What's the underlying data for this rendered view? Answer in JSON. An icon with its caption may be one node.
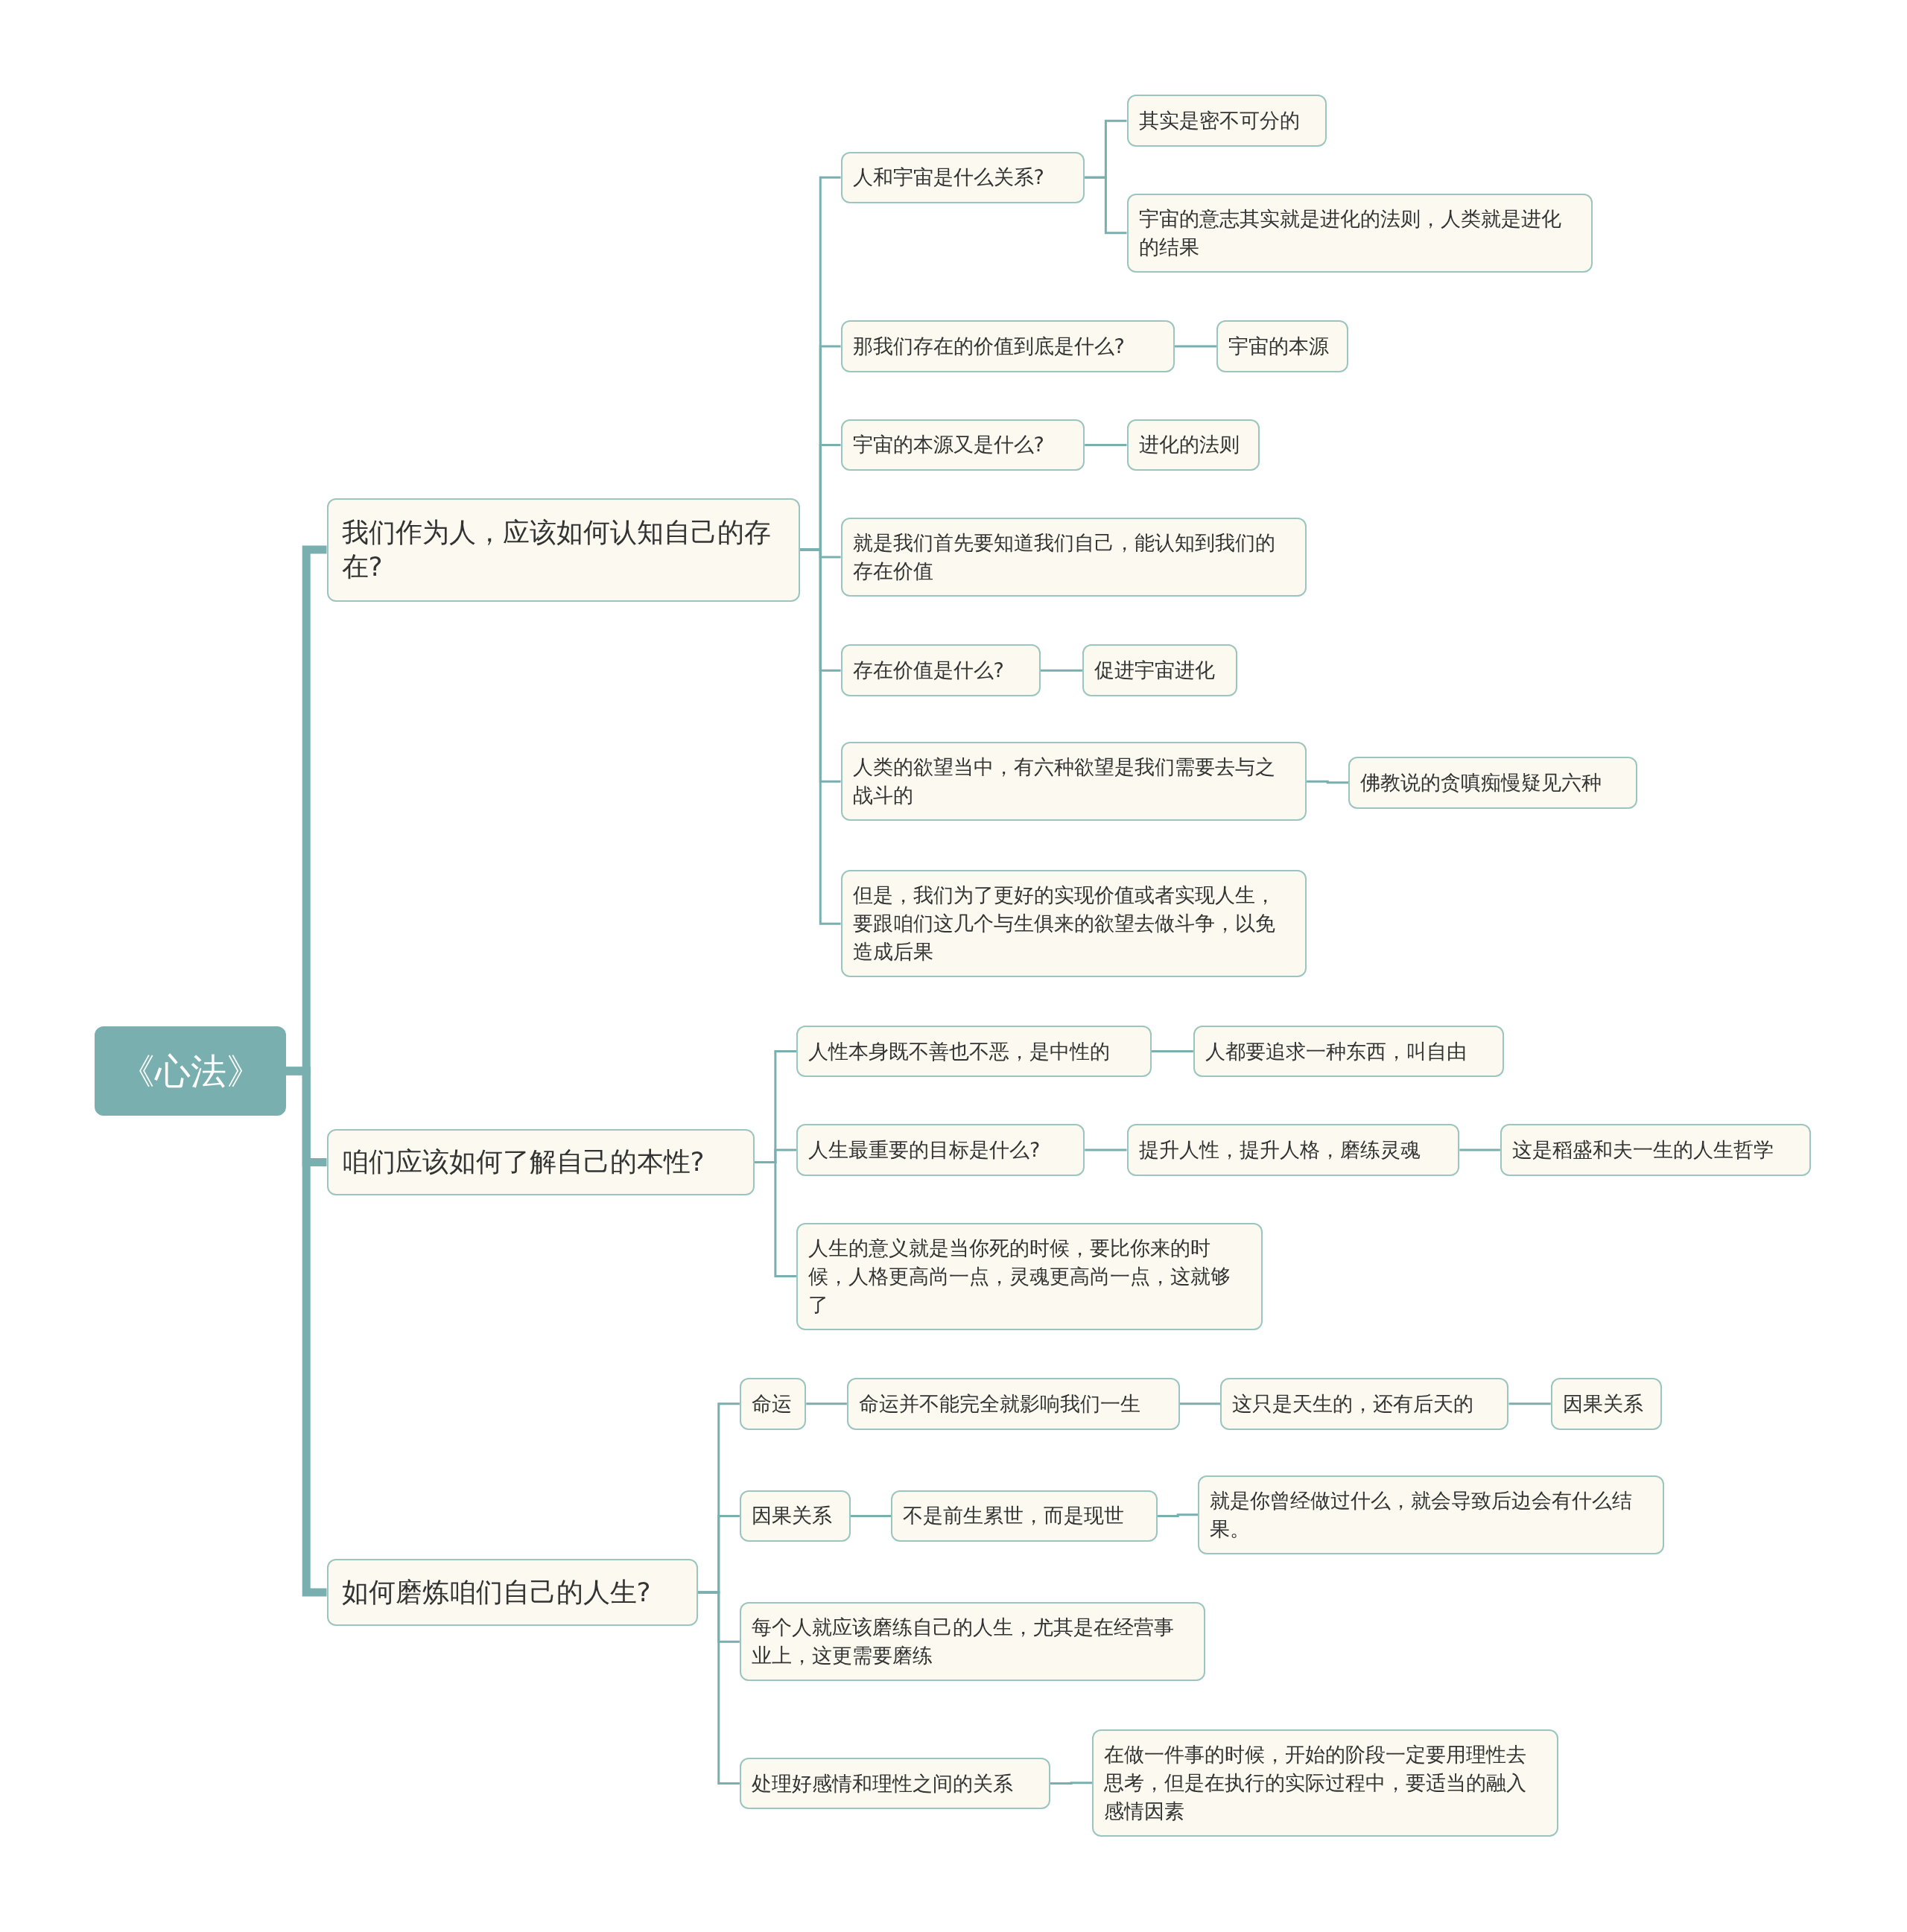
{
  "diagram": {
    "nodes": [
      {
        "text": [
          "《心法》"
        ]
      },
      {
        "text": [
          "我们作为人，应该如何认知自己的存在?"
        ]
      },
      {
        "text": [
          "人和宇宙是什么关系?"
        ]
      },
      {
        "text": [
          "其实是密不可分的"
        ]
      },
      {
        "text": [
          "宇宙的意志其实就是进化的法则，人类就是进化的结果"
        ]
      },
      {
        "text": [
          "那我们存在的价值到底是什么?"
        ]
      },
      {
        "text": [
          "宇宙的本源"
        ]
      },
      {
        "text": [
          "宇宙的本源又是什么?"
        ]
      },
      {
        "text": [
          "进化的法则"
        ]
      },
      {
        "text": [
          "就是我们首先要知道我们自己，能认知到我们的存在价值"
        ]
      },
      {
        "text": [
          "存在价值是什么?"
        ]
      },
      {
        "text": [
          "促进宇宙进化"
        ]
      },
      {
        "text": [
          "人类的欲望当中，有六种欲望是我们需要去与之战斗的"
        ]
      },
      {
        "text": [
          "佛教说的贪嗔痴慢疑见六种"
        ]
      },
      {
        "text": [
          "但是，我们为了更好的实现价值或者实现人生，要跟咱们这几个与生俱来的欲望去做斗争，以免造成后果"
        ]
      },
      {
        "text": [
          "咱们应该如何了解自己的本性?"
        ]
      },
      {
        "text": [
          "人性本身既不善也不恶，是中性的"
        ]
      },
      {
        "text": [
          "人都要追求一种东西，叫自由"
        ]
      },
      {
        "text": [
          "人生最重要的目标是什么?"
        ]
      },
      {
        "text": [
          "提升人性，提升人格，磨练灵魂"
        ]
      },
      {
        "text": [
          "这是稻盛和夫一生的人生哲学"
        ]
      },
      {
        "text": [
          "人生的意义就是当你死的时候，要比你来的时候，人格更高尚一点，灵魂更高尚一点，这就够了"
        ]
      },
      {
        "text": [
          "如何磨炼咱们自己的人生?"
        ]
      },
      {
        "text": [
          "命运"
        ]
      },
      {
        "text": [
          "命运并不能完全就影响我们一生"
        ]
      },
      {
        "text": [
          "这只是天生的，还有后天的"
        ]
      },
      {
        "text": [
          "因果关系"
        ]
      },
      {
        "text": [
          "因果关系"
        ]
      },
      {
        "text": [
          "不是前生累世，而是现世"
        ]
      },
      {
        "text": [
          "就是你曾经做过什么，就会导致后边会有什么结果。"
        ]
      },
      {
        "text": [
          "每个人就应该磨练自己的人生，尤其是在经营事业上，这更需要磨练"
        ]
      },
      {
        "text": [
          "处理好感情和理性之间的关系"
        ]
      },
      {
        "text": [
          "在做一件事的时候，开始的阶段一定要用理性去思考，但是在执行的实际过程中，要适当的融入感情因素"
        ]
      }
    ],
    "edges": [
      {
        "from": 0,
        "to": 1,
        "arrow": "none",
        "style": "thick"
      },
      {
        "from": 0,
        "to": 15,
        "arrow": "none",
        "style": "thick"
      },
      {
        "from": 0,
        "to": 22,
        "arrow": "none",
        "style": "thick"
      },
      {
        "from": 1,
        "to": 2,
        "arrow": "none"
      },
      {
        "from": 2,
        "to": 3,
        "arrow": "none"
      },
      {
        "from": 2,
        "to": 4,
        "arrow": "none"
      },
      {
        "from": 1,
        "to": 5,
        "arrow": "none"
      },
      {
        "from": 5,
        "to": 6,
        "arrow": "none"
      },
      {
        "from": 1,
        "to": 7,
        "arrow": "none"
      },
      {
        "from": 7,
        "to": 8,
        "arrow": "none"
      },
      {
        "from": 1,
        "to": 9,
        "arrow": "none"
      },
      {
        "from": 1,
        "to": 10,
        "arrow": "none"
      },
      {
        "from": 10,
        "to": 11,
        "arrow": "none"
      },
      {
        "from": 1,
        "to": 12,
        "arrow": "none"
      },
      {
        "from": 12,
        "to": 13,
        "arrow": "none"
      },
      {
        "from": 1,
        "to": 14,
        "arrow": "none"
      },
      {
        "from": 15,
        "to": 16,
        "arrow": "none"
      },
      {
        "from": 16,
        "to": 17,
        "arrow": "none"
      },
      {
        "from": 15,
        "to": 18,
        "arrow": "none"
      },
      {
        "from": 18,
        "to": 19,
        "arrow": "none"
      },
      {
        "from": 19,
        "to": 20,
        "arrow": "none"
      },
      {
        "from": 15,
        "to": 21,
        "arrow": "none"
      },
      {
        "from": 22,
        "to": 23,
        "arrow": "none"
      },
      {
        "from": 23,
        "to": 24,
        "arrow": "none"
      },
      {
        "from": 24,
        "to": 25,
        "arrow": "none"
      },
      {
        "from": 25,
        "to": 26,
        "arrow": "none"
      },
      {
        "from": 22,
        "to": 27,
        "arrow": "none"
      },
      {
        "from": 27,
        "to": 28,
        "arrow": "none"
      },
      {
        "from": 28,
        "to": 29,
        "arrow": "none"
      },
      {
        "from": 22,
        "to": 30,
        "arrow": "none"
      },
      {
        "from": 22,
        "to": 31,
        "arrow": "none"
      },
      {
        "from": 31,
        "to": 32,
        "arrow": "none"
      }
    ]
  }
}
